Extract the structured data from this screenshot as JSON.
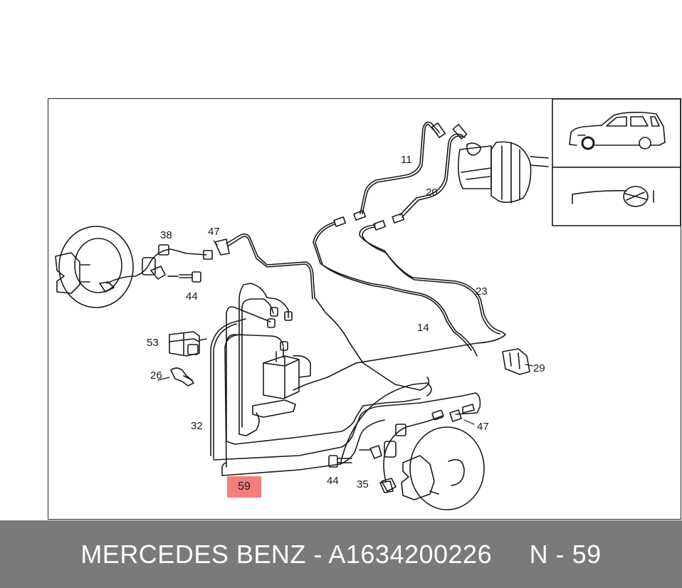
{
  "labels": {
    "l11": "11",
    "l20": "20",
    "l38": "38",
    "l47a": "47",
    "l44a": "44",
    "l23": "23",
    "l14": "14",
    "l53": "53",
    "l26": "26",
    "l29": "29",
    "l32": "32",
    "l47b": "47",
    "l44b": "44",
    "l35": "35"
  },
  "highlight": "59",
  "caption": {
    "brand": "MERCEDES BENZ",
    "separator": " - ",
    "part_number": "A1634200226",
    "gap": "     ",
    "ref": "N - 59"
  },
  "icons": {
    "vehicle": "suv-side-icon",
    "steering": "steering-wheel-icon"
  }
}
